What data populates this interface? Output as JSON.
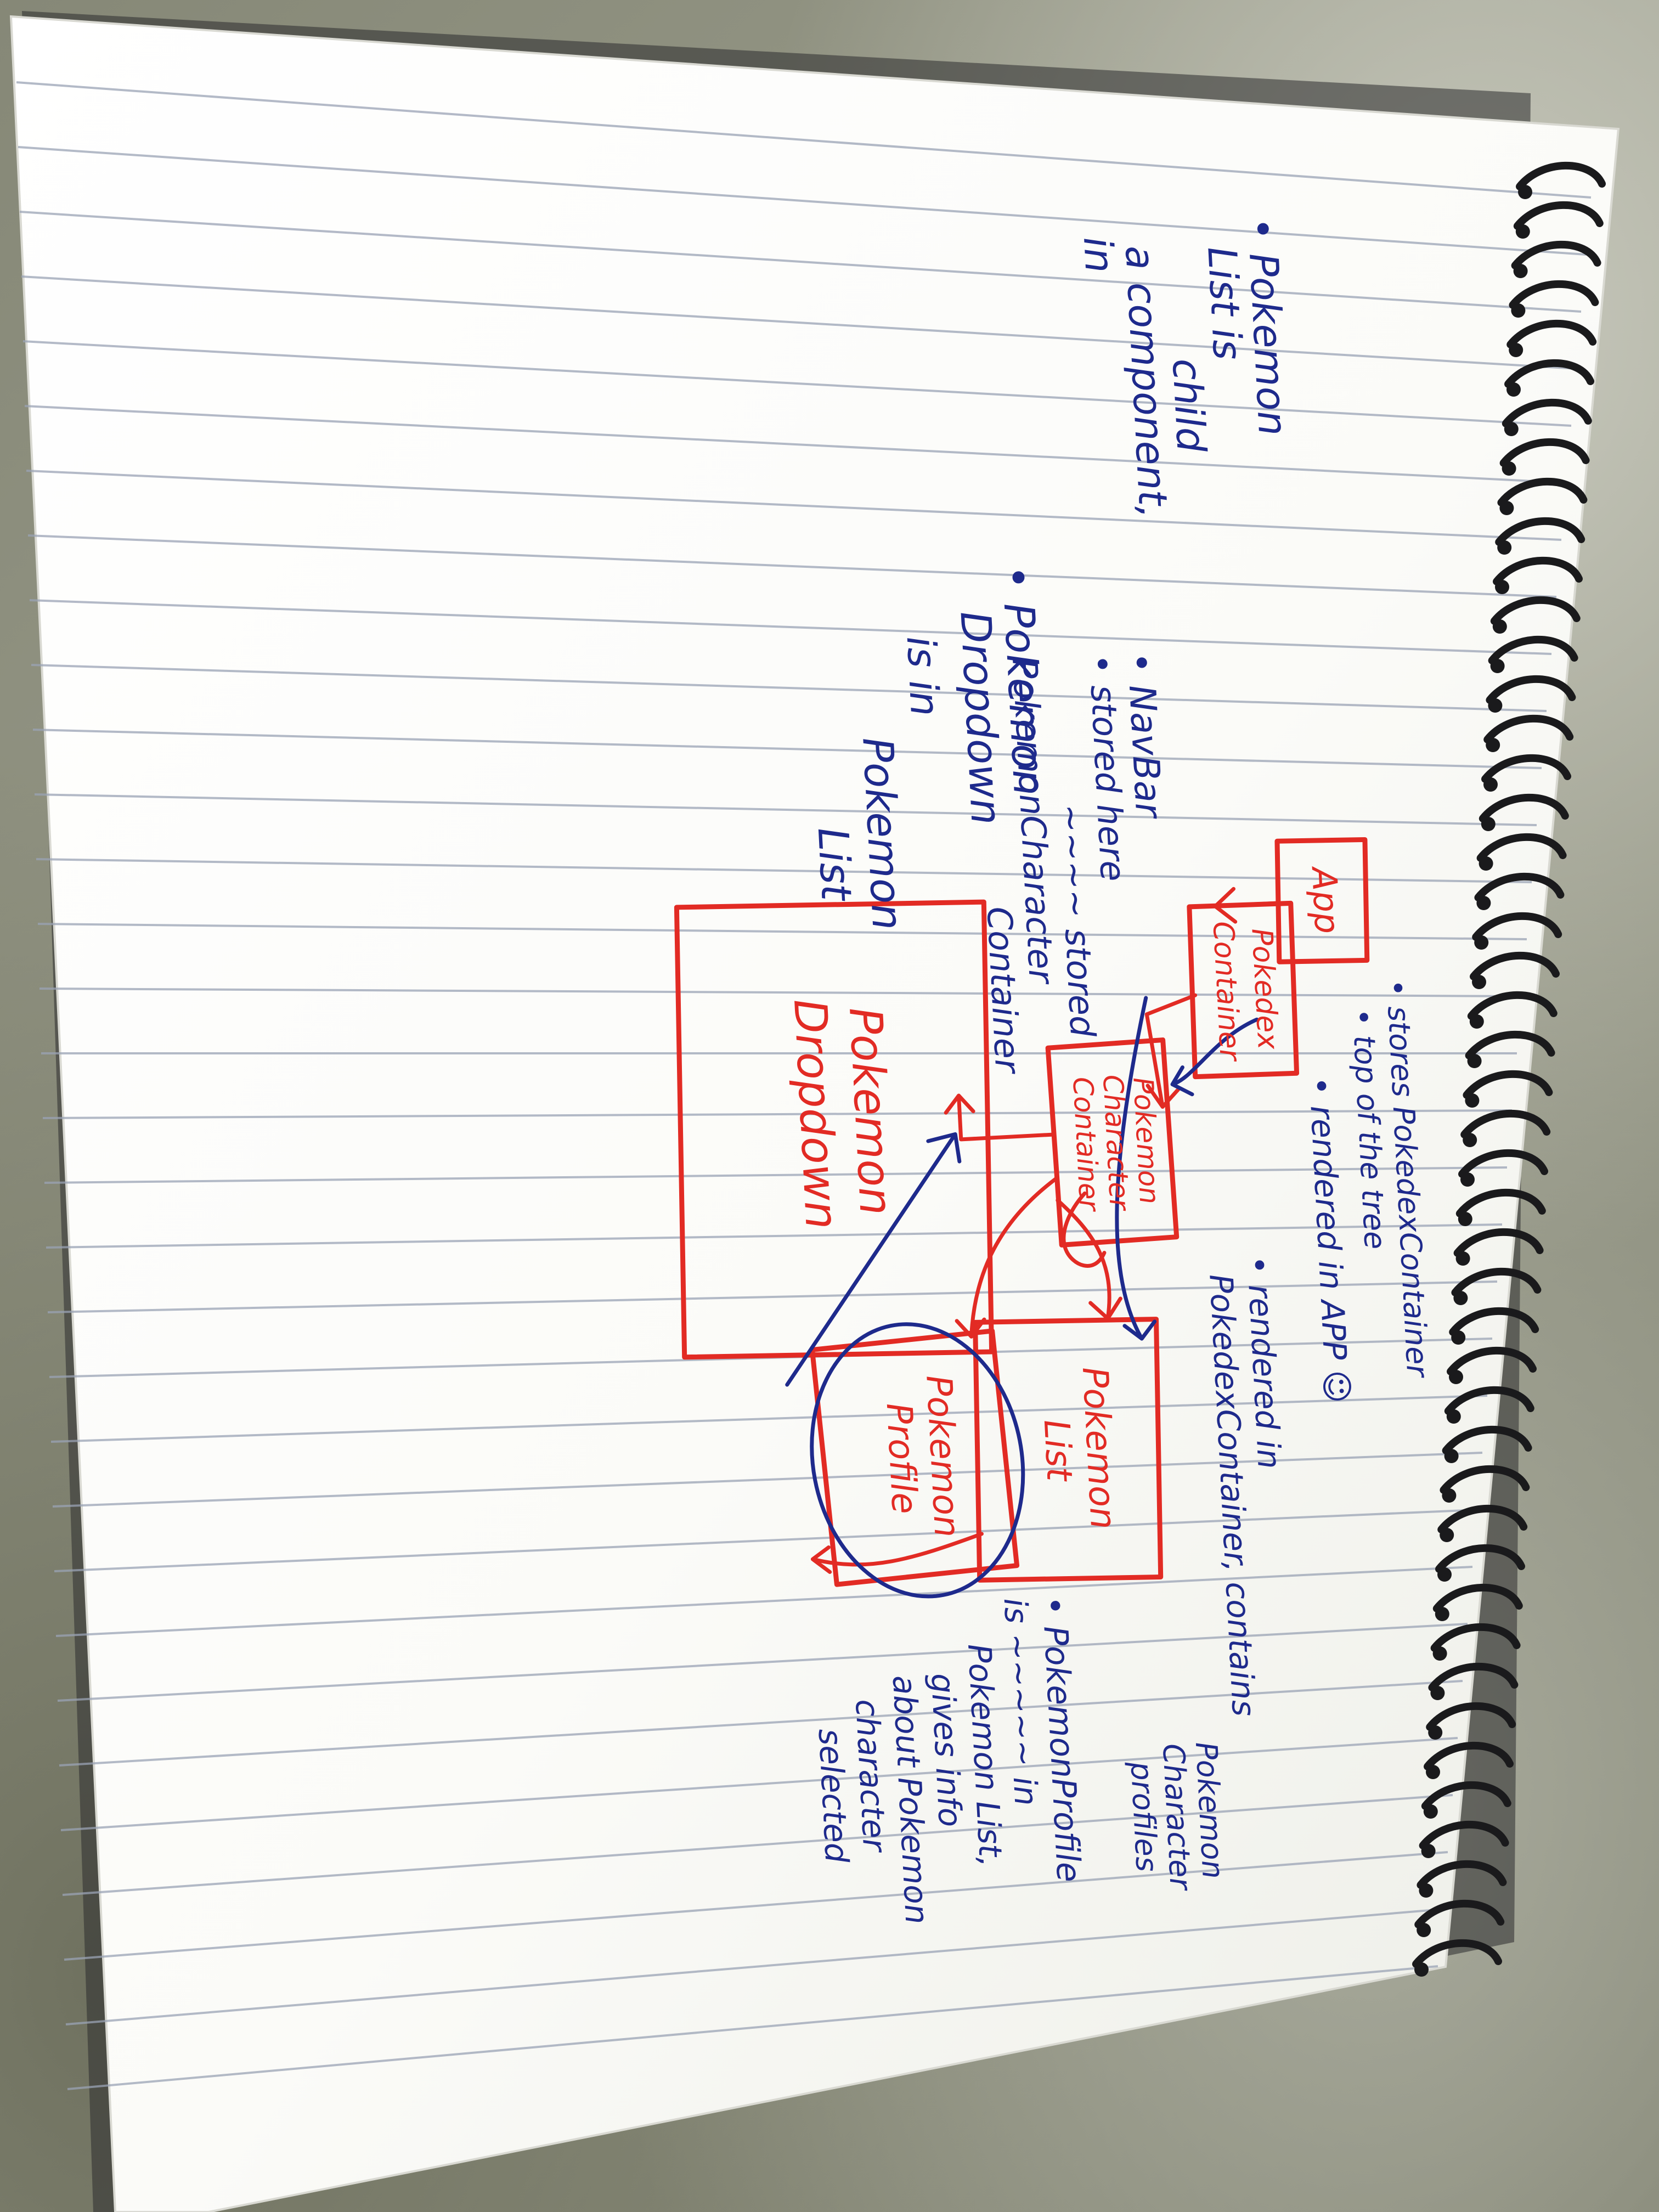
{
  "colors": {
    "paper": "#fbfbf8",
    "rule_line": "#9aa3b5",
    "blue_ink": "#1e2a8c",
    "red_ink": "#e22b24",
    "spiral": "#1a1a1c",
    "background_fabric": "#8e9080"
  },
  "diagram": {
    "boxes": {
      "app": "App",
      "pokedex_container": [
        "Pokedex",
        "Container"
      ],
      "pokemon_character_container": [
        "Pokemon",
        "Character",
        "Container"
      ],
      "pokemon_list": [
        "Pokemon",
        "List"
      ],
      "pokemon_profile": [
        "Pokemon",
        "Profile"
      ],
      "pokemon_dropdown": [
        "Pokemon",
        "Dropdown"
      ]
    },
    "notes": {
      "pokedex_container_note": {
        "lines": [
          "• stores PokedexContainer",
          "• top of the tree"
        ]
      },
      "rendered_in_app": {
        "lines": [
          "• rendered in APP ☺"
        ]
      },
      "character_container_note": {
        "lines": [
          "• rendered in",
          "PokedexContainer, contains",
          "Pokemon",
          "Character",
          "profiles"
        ]
      },
      "profile_note": {
        "lines": [
          "• PokemonProfile",
          "is ~~~~~ in",
          "Pokemon List,",
          "gives info",
          "about Pokemon",
          "character",
          "selected"
        ]
      },
      "navbar_note": {
        "lines": [
          "• NavBar",
          "• stored here",
          "~~~~ stored",
          "PokemonCharacter",
          "Container"
        ]
      },
      "list_note": {
        "lines": [
          "• Pokemon",
          "List is",
          "child",
          "a component,",
          "in"
        ]
      },
      "dropdown_note": {
        "lines": [
          "• Pokemon",
          "Dropdown",
          "is in",
          "Pokemon",
          "List"
        ]
      }
    }
  }
}
